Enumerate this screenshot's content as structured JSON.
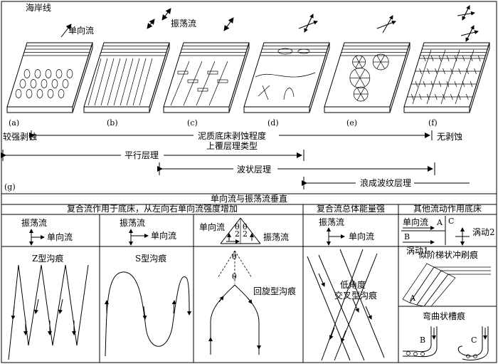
{
  "top": {
    "coast": "海岸线",
    "flow_unidirectional": "单向流",
    "flow_oscillatory": "振荡流",
    "panel_labels": [
      "(a)",
      "(b)",
      "(c)",
      "(d)",
      "(e)",
      "(f)"
    ],
    "strong_erosion": "较强剥蚀",
    "erosion_degree": "泥质底床剥蚀程度",
    "no_erosion": "无剥蚀",
    "overlying_type": "上覆层理类型",
    "parallel": "平行层理",
    "wavy": "波状层理",
    "wave_ripple": "浪成波纹层理"
  },
  "bottom": {
    "g_label": "(g)",
    "title": "单向流与振荡流垂直",
    "col1_header": "复合流作用于底床，从左向右单向流强度增加",
    "col2_header": "复合流总体能量强",
    "col3_header": "其他流动作用底床",
    "oscillatory": "振荡流",
    "unidirectional": "单向流",
    "theta_half": "θ",
    "two": "2",
    "c3_A": "A",
    "c3_B": "B",
    "c3_C": "C",
    "vortex1": "涡动1",
    "vortex2": "涡动2",
    "z_marks": "Z型沟痕",
    "s_marks": "S型沟痕",
    "theta": "θ",
    "swirl_marks": "回旋型沟痕",
    "low_angle_1": "低角度",
    "low_angle_2": "交叉型沟痕",
    "stair_marks": "似阶梯状冲刷痕",
    "bend_marks": "弯曲状槽痕",
    "mark_A": "A",
    "mark_B": "B",
    "mark_C": "C"
  }
}
